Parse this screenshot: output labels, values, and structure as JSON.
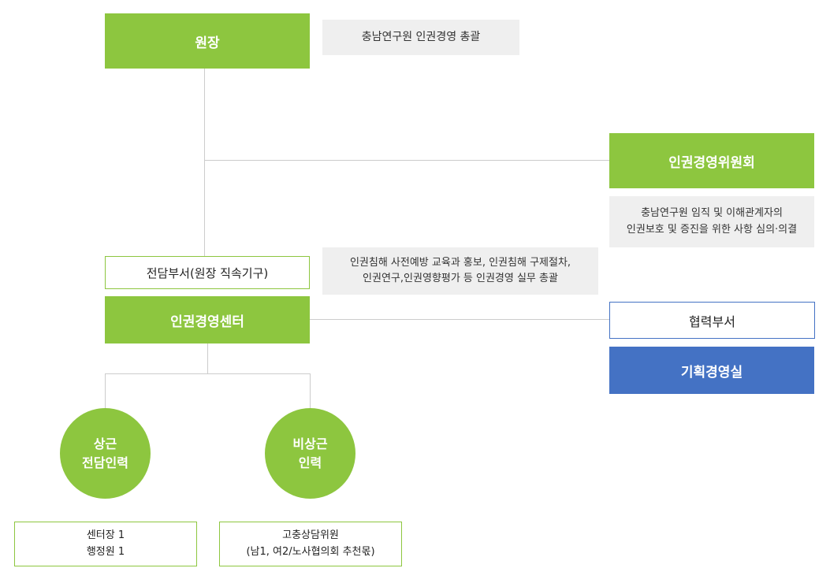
{
  "director": {
    "label": "원장",
    "desc": "충남연구원 인권경영 총괄"
  },
  "committee": {
    "label": "인권경영위원회",
    "desc_line1": "충남연구원 임직 및 이해관계자의",
    "desc_line2": "인권보호 및 증진을 위한 사항 심의·의결"
  },
  "dedicated_dept": {
    "label": "전담부서(원장 직속기구)",
    "desc_line1": "인권침해 사전예방 교육과 홍보, 인권침해 구제절차,",
    "desc_line2": "인권연구,인권영향평가 등 인권경영 실무 총괄"
  },
  "center": {
    "label": "인권경영센터"
  },
  "cooperation": {
    "label": "협력부서",
    "dept": "기획경영실"
  },
  "fulltime": {
    "line1": "상근",
    "line2": "전담인력",
    "staff_line1": "센터장 1",
    "staff_line2": "행정원 1"
  },
  "parttime": {
    "line1": "비상근",
    "line2": "인력",
    "staff_line1": "고충상담위원",
    "staff_line2": "(남1, 여2/노사협의회 추천몫)"
  },
  "colors": {
    "green": "#8dc63f",
    "blue": "#4472c4",
    "grey_box": "#efefef",
    "connector": "#cccccc"
  }
}
